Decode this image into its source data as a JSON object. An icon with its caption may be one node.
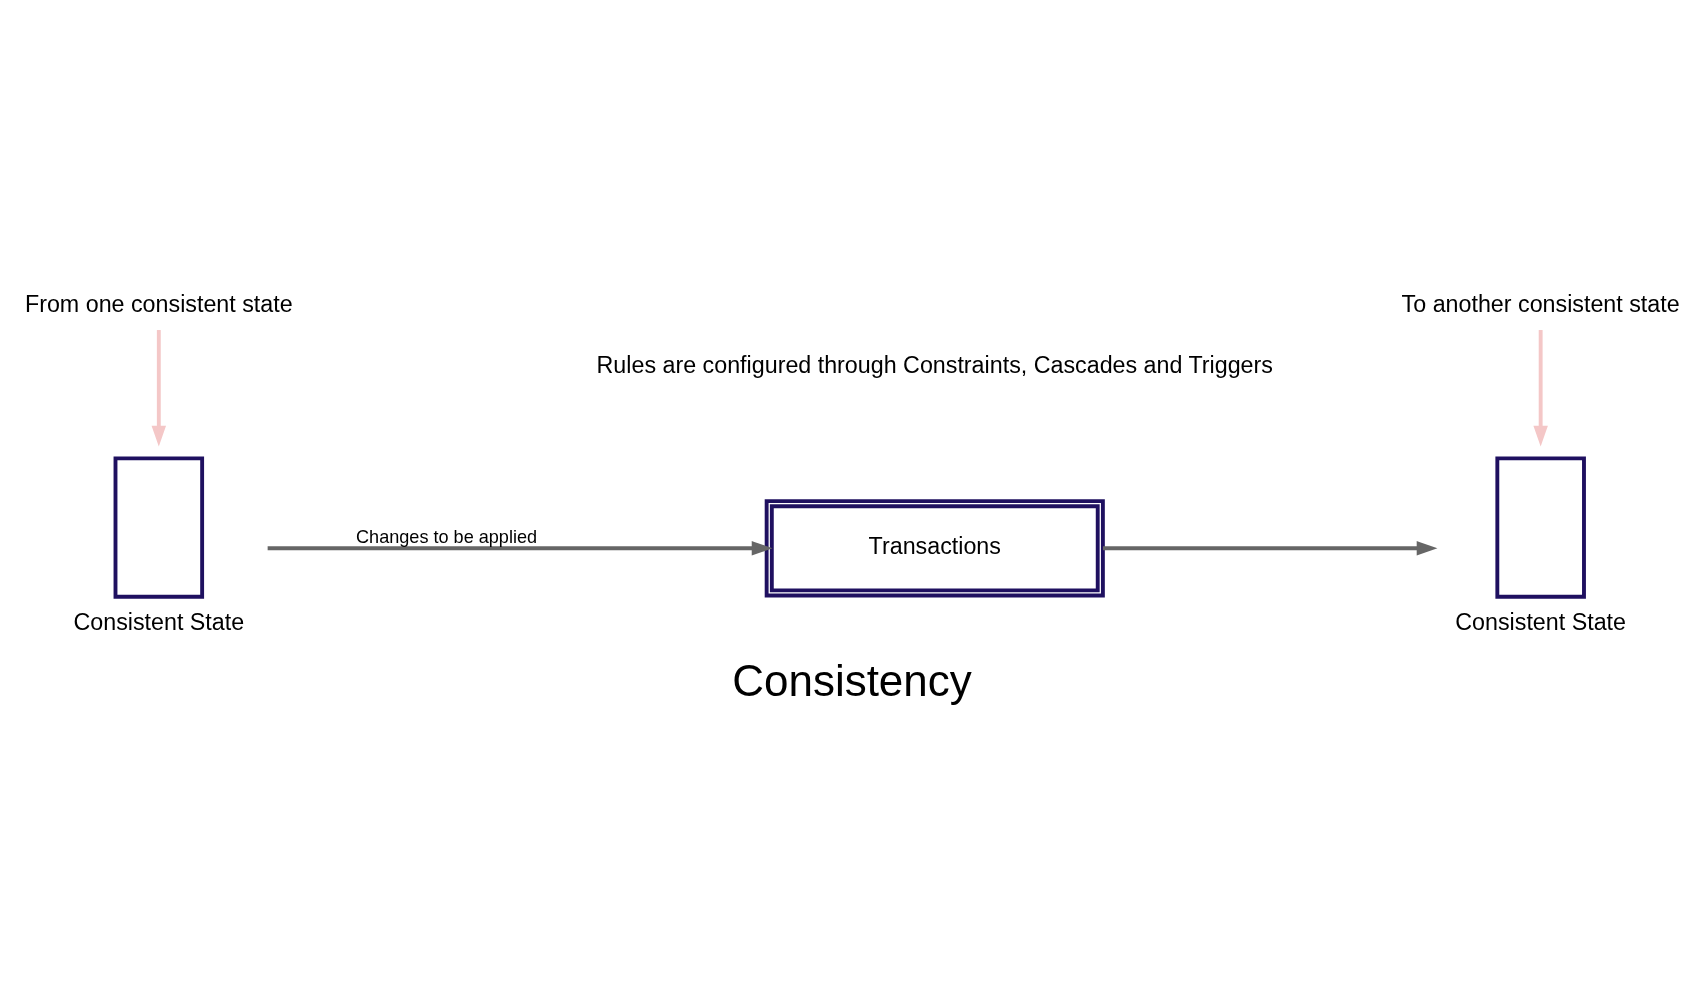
{
  "diagram": {
    "title": "Consistency",
    "nodes": [
      {
        "text": [
          "Consistent State"
        ]
      },
      {
        "text": [
          "Transactions"
        ]
      },
      {
        "text": [
          "Consistent State"
        ]
      },
      {
        "text": [
          "From one consistent state"
        ]
      },
      {
        "text": [
          "To another consistent state"
        ]
      }
    ],
    "edges": [
      {
        "from": 0,
        "to": 1,
        "arrow": "to",
        "label": "Changes to be applied"
      },
      {
        "from": 1,
        "to": 2,
        "arrow": "to"
      },
      {
        "from": 3,
        "to": 0,
        "arrow": "to",
        "color": "#f4c7c7"
      },
      {
        "from": 4,
        "to": 2,
        "arrow": "to",
        "color": "#f4c7c7"
      }
    ],
    "labels": [
      "Rules are configured through Constraints, Cascades and Triggers"
    ]
  }
}
